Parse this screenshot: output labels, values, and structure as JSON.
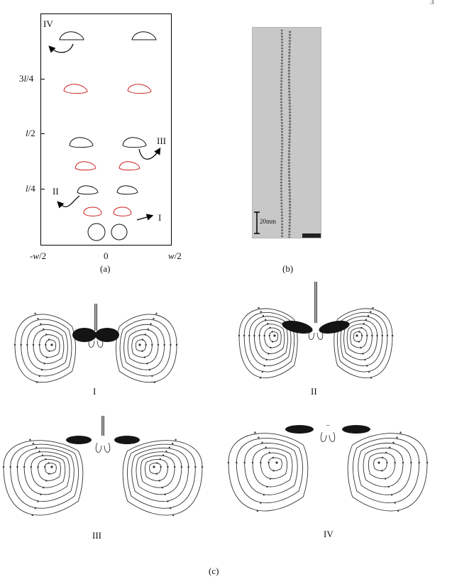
{
  "page_number": "3",
  "panel_a": {
    "caption": "(a)",
    "y_tick_labels": [
      {
        "base": "3",
        "var": "l",
        "tail": "/4"
      },
      {
        "base": "",
        "var": "l",
        "tail": "/2"
      },
      {
        "base": "",
        "var": "l",
        "tail": "/4"
      }
    ],
    "x_tick_labels": [
      {
        "base": "-",
        "var": "w",
        "tail": "/2"
      },
      {
        "base": "0",
        "var": "",
        "tail": ""
      },
      {
        "base": "",
        "var": "w",
        "tail": "/2"
      }
    ],
    "stage_labels": [
      "I",
      "II",
      "III",
      "IV"
    ],
    "colors": {
      "outline_black": "#111111",
      "outline_red": "#cc2020",
      "frame": "#000000"
    }
  },
  "panel_b": {
    "caption": "(b)",
    "scale_bar_label": "20mm",
    "colors": {
      "photo_background": "#c8c8c8",
      "bubble_chain": "#6e6e6e"
    }
  },
  "panel_c": {
    "caption": "(c)",
    "stage_captions": [
      "I",
      "II",
      "III",
      "IV"
    ],
    "colors": {
      "streamline": "#333333",
      "body_fill": "#141414"
    }
  }
}
